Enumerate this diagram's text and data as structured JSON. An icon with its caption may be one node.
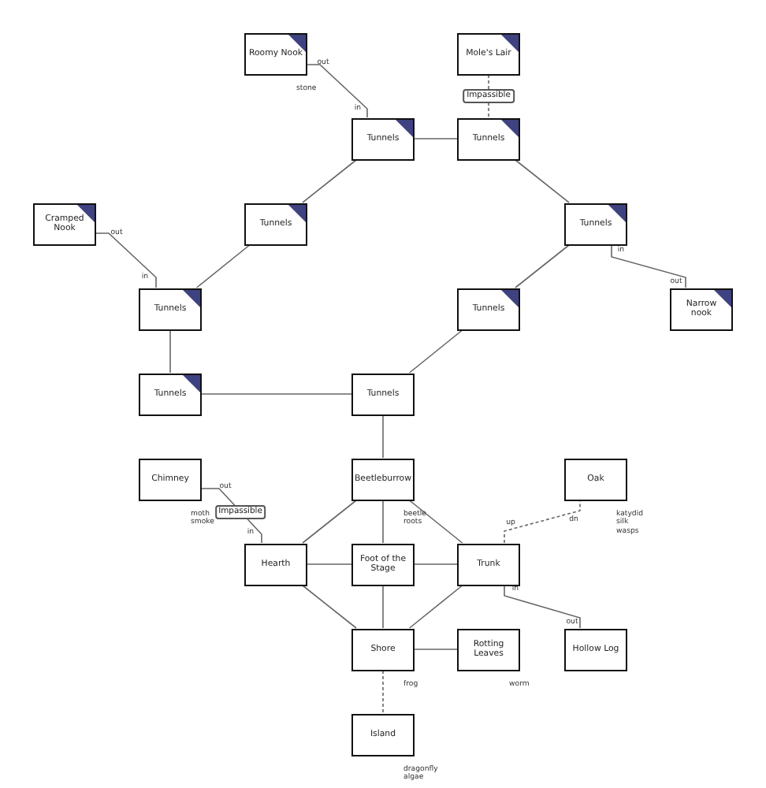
{
  "diagram": {
    "nodes": [
      {
        "text": [
          "Roomy Nook"
        ],
        "beside": [
          "stone"
        ]
      },
      {
        "text": [
          "Mole's Lair"
        ]
      },
      {
        "text": [
          "Tunnels"
        ]
      },
      {
        "text": [
          "Tunnels"
        ]
      },
      {
        "text": [
          "Cramped Nook"
        ]
      },
      {
        "text": [
          "Tunnels"
        ]
      },
      {
        "text": [
          "Tunnels"
        ]
      },
      {
        "text": [
          "Tunnels"
        ]
      },
      {
        "text": [
          "Tunnels"
        ]
      },
      {
        "text": [
          "Narrow nook"
        ]
      },
      {
        "text": [
          "Tunnels"
        ]
      },
      {
        "text": [
          "Tunnels"
        ]
      },
      {
        "text": [
          "Chimney"
        ],
        "beside": [
          "moth",
          "smoke"
        ]
      },
      {
        "text": [
          "Beetleburrow"
        ],
        "beside": [
          "beetle",
          "roots"
        ]
      },
      {
        "text": [
          "Oak"
        ],
        "beside": [
          "katydid",
          "silk",
          "wasps"
        ]
      },
      {
        "text": [
          "Hearth"
        ]
      },
      {
        "text": [
          "Foot of the Stage"
        ]
      },
      {
        "text": [
          "Trunk"
        ]
      },
      {
        "text": [
          "Shore"
        ],
        "beside": [
          "frog"
        ]
      },
      {
        "text": [
          "Rotting Leaves"
        ],
        "beside": [
          "worm"
        ]
      },
      {
        "text": [
          "Hollow Log"
        ]
      },
      {
        "text": [
          "Island"
        ],
        "beside": [
          "dragonfly",
          "algae"
        ]
      }
    ],
    "edges": [
      {
        "from": 0,
        "to": 2,
        "arrow": "none"
      },
      {
        "from": 1,
        "to": 3,
        "arrow": "none",
        "style": "dashed",
        "label": "Impassible"
      },
      {
        "from": 2,
        "to": 3,
        "arrow": "none"
      },
      {
        "from": 2,
        "to": 5,
        "arrow": "none"
      },
      {
        "from": 3,
        "to": 6,
        "arrow": "none"
      },
      {
        "from": 4,
        "to": 7,
        "arrow": "none"
      },
      {
        "from": 5,
        "to": 7,
        "arrow": "none"
      },
      {
        "from": 6,
        "to": 9,
        "arrow": "none"
      },
      {
        "from": 6,
        "to": 8,
        "arrow": "none"
      },
      {
        "from": 7,
        "to": 10,
        "arrow": "none"
      },
      {
        "from": 8,
        "to": 11,
        "arrow": "none"
      },
      {
        "from": 10,
        "to": 11,
        "arrow": "none"
      },
      {
        "from": 11,
        "to": 13,
        "arrow": "none"
      },
      {
        "from": 12,
        "to": 15,
        "arrow": "none",
        "label": "Impassible"
      },
      {
        "from": 13,
        "to": 15,
        "arrow": "none"
      },
      {
        "from": 13,
        "to": 16,
        "arrow": "none"
      },
      {
        "from": 13,
        "to": 17,
        "arrow": "none"
      },
      {
        "from": 15,
        "to": 16,
        "arrow": "none"
      },
      {
        "from": 16,
        "to": 17,
        "arrow": "none"
      },
      {
        "from": 15,
        "to": 18,
        "arrow": "none"
      },
      {
        "from": 16,
        "to": 18,
        "arrow": "none"
      },
      {
        "from": 17,
        "to": 18,
        "arrow": "none"
      },
      {
        "from": 18,
        "to": 19,
        "arrow": "none"
      },
      {
        "from": 17,
        "to": 14,
        "arrow": "none",
        "style": "dashed"
      },
      {
        "from": 17,
        "to": 20,
        "arrow": "none"
      },
      {
        "from": 18,
        "to": 21,
        "arrow": "none",
        "style": "dashed"
      }
    ],
    "labels": [
      "out",
      "in",
      "out",
      "in",
      "in",
      "out",
      "out",
      "up",
      "dn",
      "in",
      "in",
      "out"
    ]
  }
}
